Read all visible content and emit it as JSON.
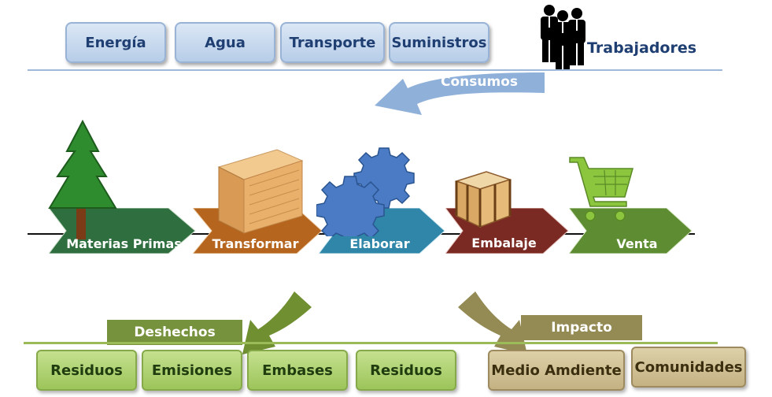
{
  "resources": [
    "Energía",
    "Agua",
    "Transporte",
    "Suministros"
  ],
  "workers_label": "Trabajadores",
  "consumos_label": "Consumos",
  "steps": [
    "Materias Primas",
    "Transformar",
    "Elaborar",
    "Embalaje",
    "Venta"
  ],
  "step_colors": [
    "#2f6e3f",
    "#b5651d",
    "#2f86a8",
    "#7a2a22",
    "#5e8c32"
  ],
  "deshechos_label": "Deshechos",
  "impacto_label": "Impacto",
  "waste": [
    "Residuos",
    "Emisiones",
    "Embases",
    "Residuos"
  ],
  "impacts": [
    "Medio Amdiente",
    "Comunidades"
  ],
  "colors": {
    "resource_text": "#1f3f73",
    "green_banner": "#76923c",
    "olive_banner": "#948a54",
    "consumos_arrow": "#8eb0d9"
  }
}
